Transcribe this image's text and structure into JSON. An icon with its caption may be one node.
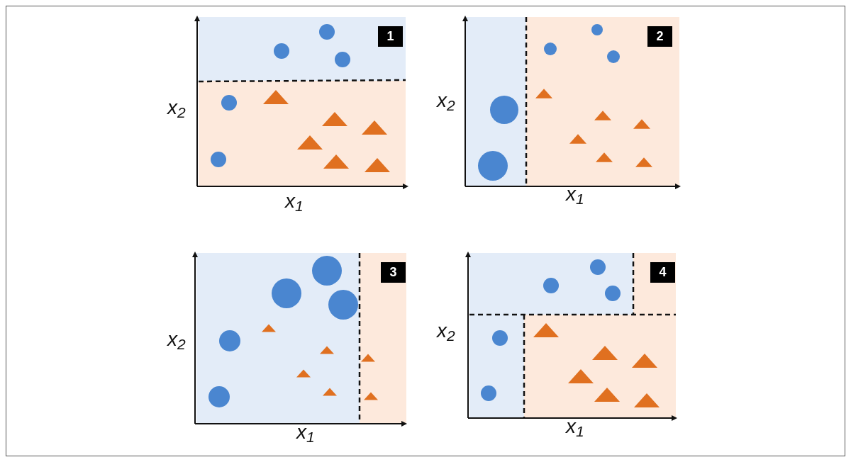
{
  "diagram": {
    "labels": [
      "1",
      "x$_{2}$",
      "x$_{1}$",
      "2",
      "x$_{2}$",
      "x$_{1}$",
      "3",
      "x$_{2}$",
      "x$_{1}$",
      "4",
      "x$_{2}$",
      "x$_{1}$"
    ]
  }
}
